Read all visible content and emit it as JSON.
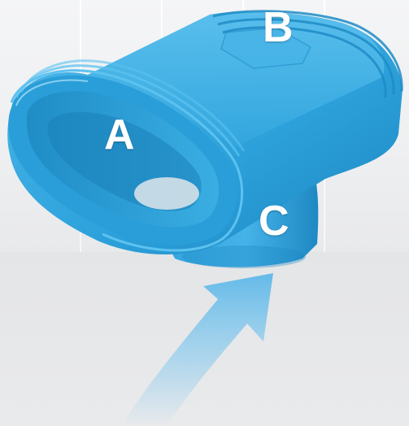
{
  "labels": {
    "a": "A",
    "b": "B",
    "c": "C"
  },
  "colors": {
    "duct": "#2ea3dc",
    "arrow": "#7cc6ee",
    "background": "#e9eaec"
  },
  "image": {
    "subject": "blue-oval-duct-adapter",
    "arrow_direction": "up"
  }
}
